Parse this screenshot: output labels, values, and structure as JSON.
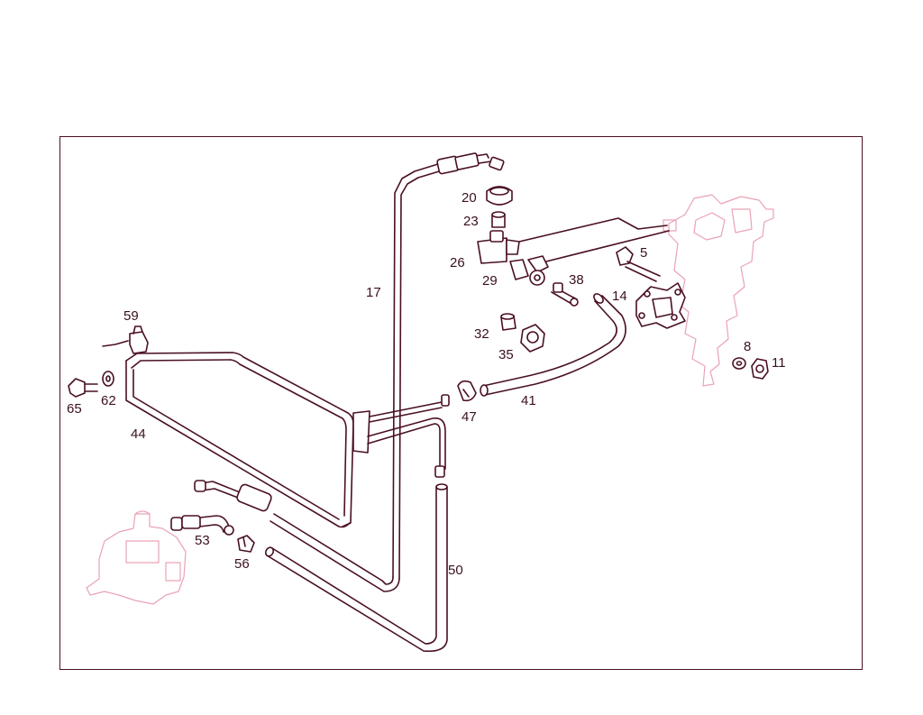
{
  "colors": {
    "line": "#4a1022",
    "ghost": "#e9a3b4",
    "label": "#3a1020",
    "background": "#ffffff"
  },
  "callouts": {
    "c5": "5",
    "c8": "8",
    "c11": "11",
    "c14": "14",
    "c17": "17",
    "c20": "20",
    "c23": "23",
    "c26": "26",
    "c29": "29",
    "c32": "32",
    "c35": "35",
    "c38": "38",
    "c41": "41",
    "c44": "44",
    "c47": "47",
    "c50": "50",
    "c53": "53",
    "c56": "56",
    "c59": "59",
    "c62": "62",
    "c65": "65"
  }
}
